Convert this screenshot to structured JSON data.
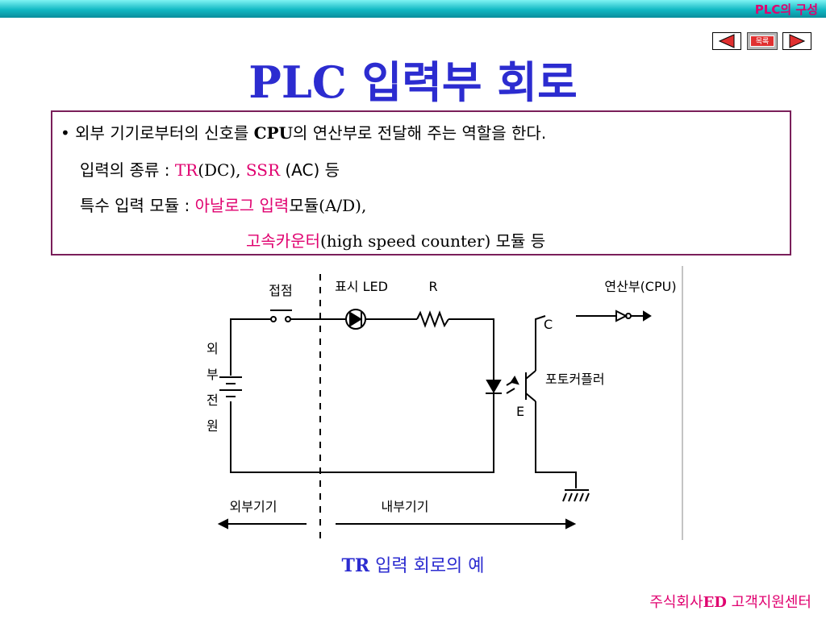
{
  "header": {
    "section_label": "PLC의 구성"
  },
  "nav": {
    "toc_label": "목록",
    "prev_icon": "triangle-left-icon",
    "next_icon": "triangle-right-icon",
    "button_fill": "#e03030"
  },
  "title": "PLC 입력부 회로",
  "textbox": {
    "bullet": "•",
    "l1_a": "외부 기기로부터의 신호를 ",
    "l1_b": "CPU",
    "l1_c": "의 연산부로 전달해 주는 역할을 한다.",
    "l2_a": "입력의 종류 : ",
    "l2_b": "TR",
    "l2_c": "(DC), ",
    "l2_d": "SSR",
    "l2_e": " (AC) 등",
    "l3_a": "특수 입력 모듈 : ",
    "l3_b": "아날로그 입력",
    "l3_c": "모듈",
    "l3_d": "(A/D),",
    "l4_a": "고속카운터",
    "l4_b": "(high speed counter) ",
    "l4_c": "모듈 등"
  },
  "diagram": {
    "contact": "접점",
    "led": "표시 LED",
    "resistor": "R",
    "cpu": "연산부(CPU)",
    "collector": "C",
    "emitter": "E",
    "photocoupler": "포토커플러",
    "ext_power": [
      "외",
      "부",
      "전",
      "원"
    ],
    "external_device": "외부기기",
    "internal_device": "내부기기"
  },
  "caption": {
    "a": "TR",
    "b": " 입력 회로의 예"
  },
  "footer": {
    "a": "주식회사",
    "b": "ED",
    "c": "  고객지원센터"
  },
  "colors": {
    "title": "#2c2cd0",
    "accent": "#e0006f",
    "border": "#7a1f5a"
  }
}
